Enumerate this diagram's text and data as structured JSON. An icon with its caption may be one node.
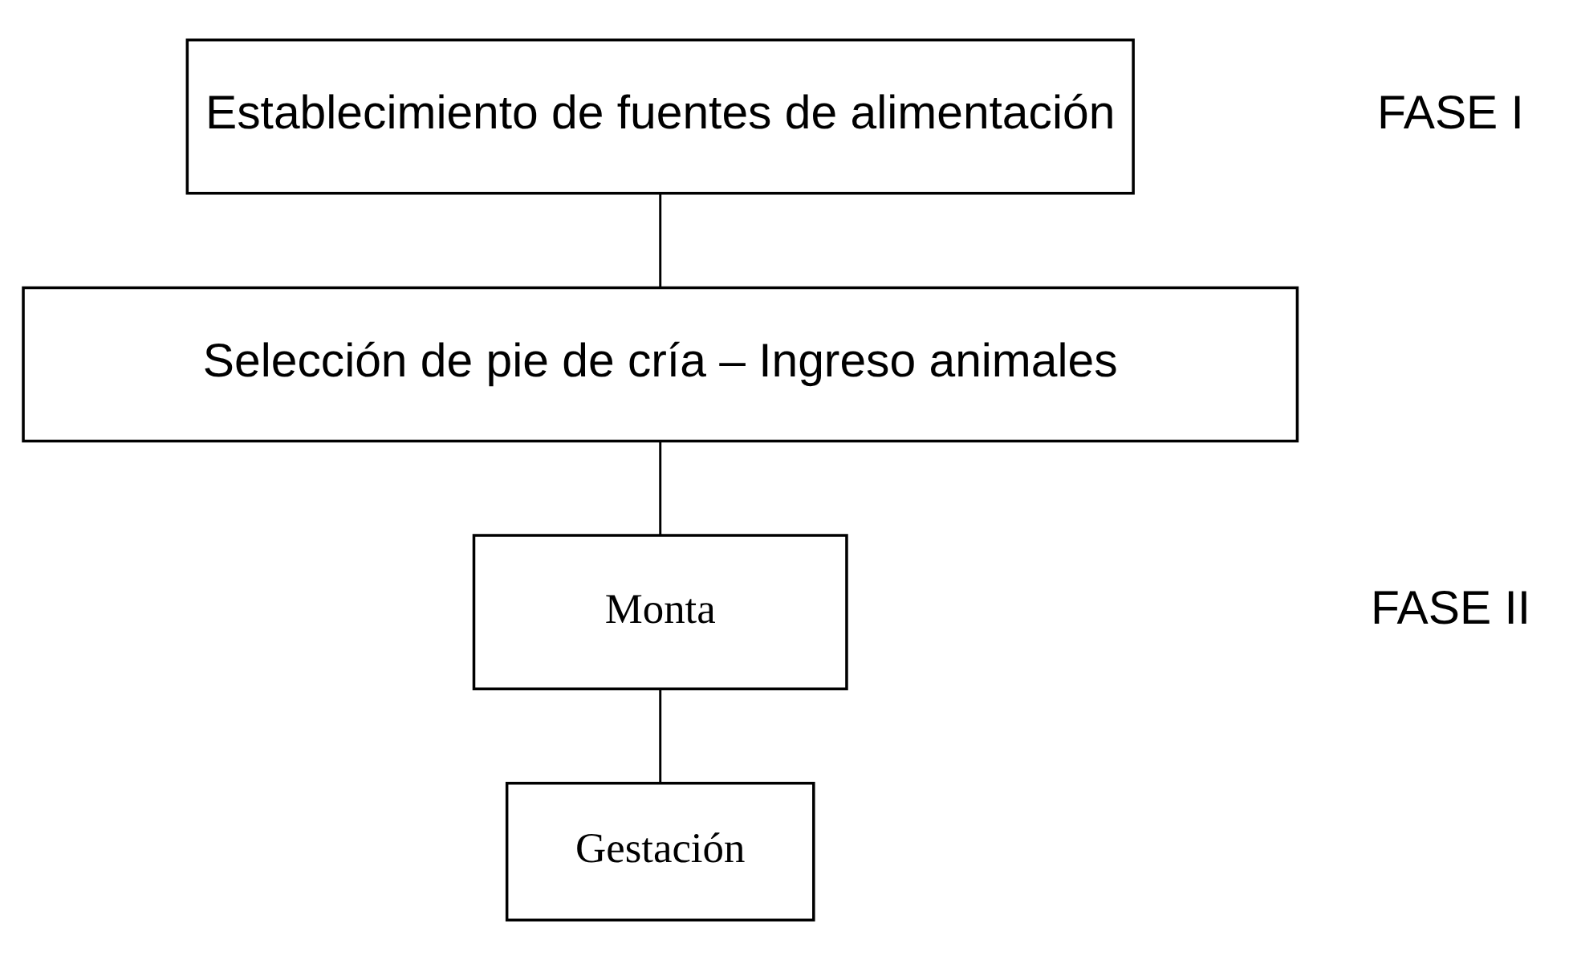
{
  "diagram": {
    "nodes": [
      {
        "text": [
          "Establecimiento de fuentes de alimentación"
        ]
      },
      {
        "text": [
          "Selección de pie de cría – Ingreso animales"
        ]
      },
      {
        "text": [
          "Monta"
        ]
      },
      {
        "text": [
          "Gestación"
        ]
      }
    ],
    "edges": [
      {
        "from": 0,
        "to": 1,
        "arrow": "none"
      },
      {
        "from": 1,
        "to": 2,
        "arrow": "none"
      },
      {
        "from": 2,
        "to": 3,
        "arrow": "none"
      }
    ],
    "labels": [
      "FASE I",
      "FASE II"
    ]
  }
}
